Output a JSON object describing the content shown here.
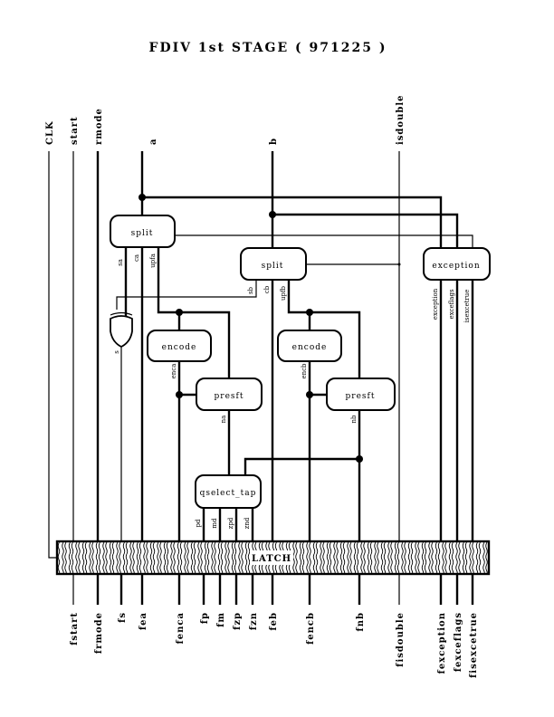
{
  "title": "FDIV  1st  STAGE ( 971225 )",
  "inputs": {
    "clk": "CLK",
    "start": "start",
    "rmode": "rmode",
    "a": "a",
    "b": "b",
    "isdouble": "isdouble"
  },
  "blocks": {
    "split_a": {
      "label": "split",
      "ports": [
        "sa",
        "ca",
        "upfa"
      ]
    },
    "split_b": {
      "label": "split",
      "ports": [
        "sb",
        "cb",
        "upfb"
      ]
    },
    "exception": {
      "label": "exception",
      "ports": [
        "exception",
        "exceflags",
        "isexcetrue"
      ]
    },
    "encode_a": {
      "label": "encode",
      "ports": [
        "enca"
      ]
    },
    "encode_b": {
      "label": "encode",
      "ports": [
        "encb"
      ]
    },
    "presft_a": {
      "label": "presft",
      "ports": [
        "na"
      ]
    },
    "presft_b": {
      "label": "presft",
      "ports": [
        "nb"
      ]
    },
    "qselect": {
      "label": "qselect_tap",
      "ports": [
        "pd",
        "md",
        "zpd",
        "znd"
      ]
    },
    "xor": {
      "port": "s"
    }
  },
  "latch": {
    "label": "LATCH"
  },
  "outputs": [
    "fstart",
    "frmode",
    "fs",
    "fea",
    "fenca",
    "fp",
    "fm",
    "fzp",
    "fzn",
    "feb",
    "fencb",
    "fnb",
    "fisdouble",
    "fexception",
    "fexceflags",
    "fisexcetrue"
  ]
}
